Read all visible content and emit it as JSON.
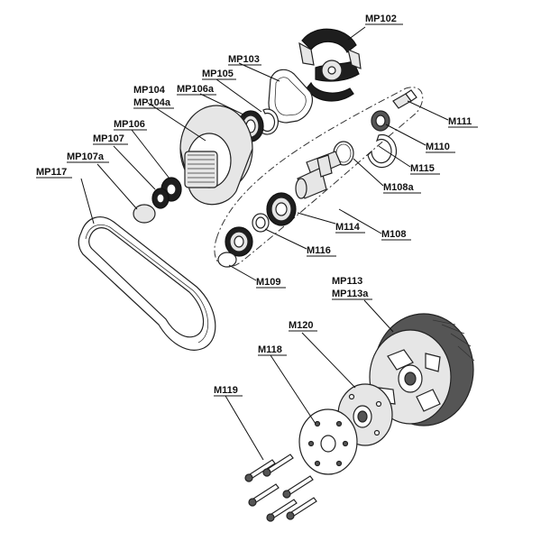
{
  "labels": {
    "mp102": "MP102",
    "mp103": "MP103",
    "mp105": "MP105",
    "mp104": "MP104",
    "mp104a": "MP104a",
    "mp106a": "MP106a",
    "mp106": "MP106",
    "mp107": "MP107",
    "mp107a": "MP107a",
    "mp117": "MP117",
    "m111": "M111",
    "m110": "M110",
    "m115": "M115",
    "m108a": "M108a",
    "m114": "M114",
    "m108": "M108",
    "m116": "M116",
    "m109": "M109",
    "mp113": "MP113",
    "mp113a": "MP113a",
    "m120": "M120",
    "m118": "M118",
    "m119": "M119"
  }
}
